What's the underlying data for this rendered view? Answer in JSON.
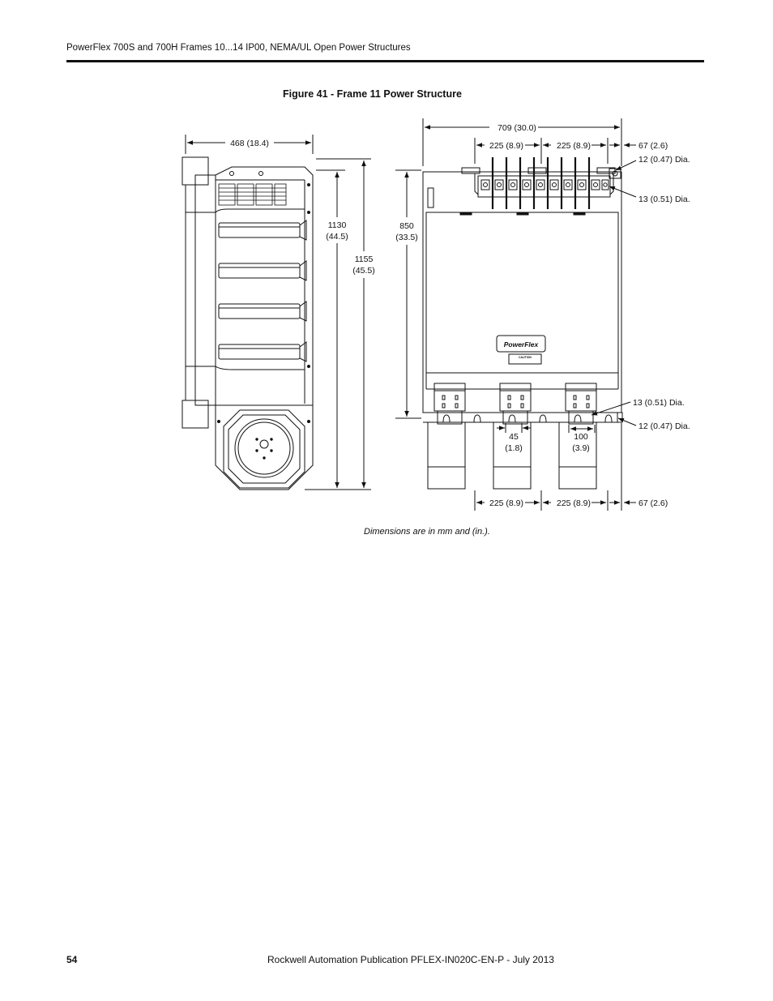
{
  "header": {
    "title": "PowerFlex 700S and 700H Frames 10...14 IP00, NEMA/UL Open Power Structures"
  },
  "figure": {
    "title": "Figure 41 - Frame 11 Power Structure",
    "logo_text": "PowerFlex",
    "label_caution": "CAUTION",
    "dims": {
      "width_side": "468 (18.4)",
      "height_1130_a": "1130",
      "height_1130_b": "(44.5)",
      "height_1155_a": "1155",
      "height_1155_b": "(45.5)",
      "height_850_a": "850",
      "height_850_b": "(33.5)",
      "width_total": "709 (30.0)",
      "top_225_left": "225 (8.9)",
      "top_225_right": "225 (8.9)",
      "top_67": "67 (2.6)",
      "top_dia_12": "12 (0.47) Dia.",
      "top_dia_13": "13 (0.51) Dia.",
      "bot_dia_13": "13 (0.51) Dia.",
      "bot_dia_12": "12 (0.47) Dia.",
      "dim_45_a": "45",
      "dim_45_b": "(1.8)",
      "dim_100_a": "100",
      "dim_100_b": "(3.9)",
      "bot_225_left": "225 (8.9)",
      "bot_225_right": "225 (8.9)",
      "bot_67": "67 (2.6)"
    },
    "caption": "Dimensions are in mm and (in.)."
  },
  "footer": {
    "page_number": "54",
    "publication": "Rockwell Automation Publication PFLEX-IN020C-EN-P - July 2013"
  }
}
